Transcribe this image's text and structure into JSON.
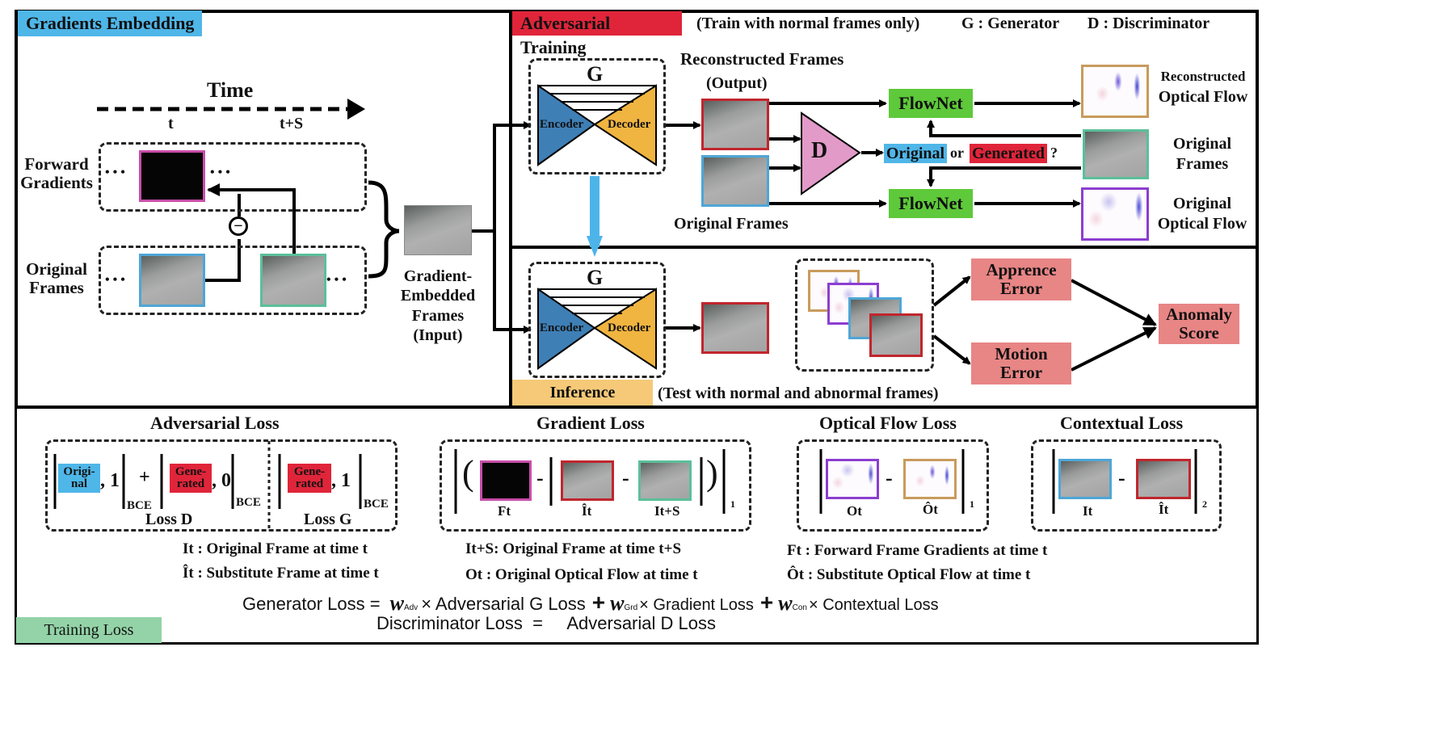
{
  "colors": {
    "blue_tag": "#4fb6e8",
    "red_tag": "#e0253a",
    "orange_tag": "#f5c978",
    "green_tag": "#93d3a7",
    "encoder": "#3e7fb6",
    "decoder": "#f0b440",
    "discriminator": "#e29ac8",
    "flownet": "#5ec93a",
    "error_box": "#e88585",
    "border_red": "#c0262d",
    "border_blue": "#4ea6d6",
    "border_green": "#5bbf9a",
    "border_purple": "#8c3ed0",
    "border_tan": "#c89b5c",
    "border_pink": "#c84ea9"
  },
  "gradients": {
    "tag": "Gradients Embedding",
    "time_label": "Time",
    "t_label": "t",
    "ts_label": "t+S",
    "forward_label_1": "Forward",
    "forward_label_2": "Gradients",
    "original_label_1": "Original",
    "original_label_2": "Frames",
    "minus": "−",
    "ellipsis": "• • •",
    "embedded_1": "Gradient-",
    "embedded_2": "Embedded",
    "embedded_3": "Frames",
    "embedded_4": "(Input)"
  },
  "adversarial": {
    "tag": "Adversarial Training",
    "note": "(Train with normal frames only)",
    "g_legend": "G : Generator",
    "d_legend": "D : Discriminator",
    "g_label": "G",
    "encoder": "Encoder",
    "decoder": "Decoder",
    "recon_title": "Reconstructed  Frames",
    "recon_sub": "(Output)",
    "original_frames": "Original Frames",
    "d_label": "D",
    "flownet": "FlowNet",
    "original_chip": "Original",
    "or": "or",
    "generated_chip": "Generated",
    "question": "?",
    "recon_flow_1": "Reconstructed",
    "recon_flow_2": "Optical Flow",
    "orig_frames_1": "Original",
    "orig_frames_2": "Frames",
    "orig_flow_1": "Original",
    "orig_flow_2": "Optical Flow"
  },
  "inference": {
    "tag": "Inference",
    "note": "(Test with normal and abnormal frames)",
    "g_label": "G",
    "encoder": "Encoder",
    "decoder": "Decoder",
    "appearance_1": "Apprence",
    "appearance_2": "Error",
    "motion_1": "Motion",
    "motion_2": "Error",
    "anomaly_1": "Anomaly",
    "anomaly_2": "Score"
  },
  "losses": {
    "tag": "Training Loss",
    "adversarial_title": "Adversarial Loss",
    "gradient_title": "Gradient Loss",
    "flow_title": "Optical Flow Loss",
    "contextual_title": "Contextual Loss",
    "orig_chip_1": "Origi-",
    "orig_chip_2": "nal",
    "gen_chip_1": "Gene-",
    "gen_chip_2": "rated",
    "comma_one": ", 1",
    "comma_zero": ", 0",
    "plus": "+",
    "minus": "-",
    "bce": "BCE",
    "loss_d": "Loss D",
    "loss_g": "Loss G",
    "sub_1": "1",
    "sub_2": "2",
    "ft": "Ft",
    "it_hat": "Ît",
    "its": "It+S",
    "ot": "Ot",
    "ot_hat": "Ôt",
    "it": "It",
    "paren_open": "(",
    "paren_close": ")",
    "def_it": "It :  Original Frame at time t",
    "def_it_hat": "Ît :  Substitute Frame at time t",
    "def_its": "It+S:  Original Frame at time t+S",
    "def_ot": "Ot :   Original Optical Flow at time t",
    "def_ft": "Ft :  Forward Frame Gradients at time t",
    "def_ot_hat": "Ôt :  Substitute Optical Flow at time t",
    "gen_loss_lhs": "Generator Loss  =",
    "w_adv": "w",
    "w_adv_sub": "Adv",
    "gen_term_1": "× Adversarial G Loss",
    "plus_big": "+",
    "w_grd": "w",
    "w_grd_sub": "Grd",
    "gen_term_2": "× Gradient Loss",
    "w_con": "w",
    "w_con_sub": "Con",
    "gen_term_3": "× Contextual Loss",
    "disc_loss": "Discriminator Loss  =     Adversarial D Loss"
  }
}
